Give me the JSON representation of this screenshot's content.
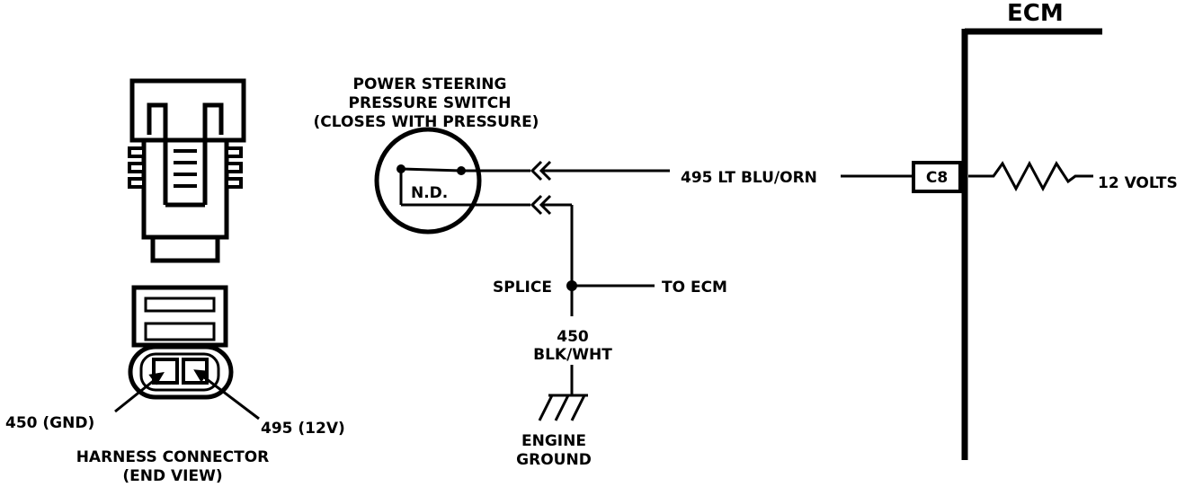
{
  "ecm": {
    "title": "ECM",
    "pin": "C8",
    "supply": "12 VOLTS"
  },
  "switch": {
    "title_line1": "POWER STEERING",
    "title_line2": "PRESSURE SWITCH",
    "title_line3": "(CLOSES WITH PRESSURE)",
    "contact_label": "N.D."
  },
  "wires": {
    "signal": "495  LT BLU/ORN",
    "ground_num": "450",
    "ground_color": "BLK/WHT"
  },
  "splice": {
    "label": "SPLICE",
    "to": "TO ECM"
  },
  "ground": {
    "line1": "ENGINE",
    "line2": "GROUND"
  },
  "connector": {
    "pin_gnd": "450 (GND)",
    "pin_12v": "495 (12V)",
    "caption_line1": "HARNESS CONNECTOR",
    "caption_line2": "(END VIEW)"
  }
}
